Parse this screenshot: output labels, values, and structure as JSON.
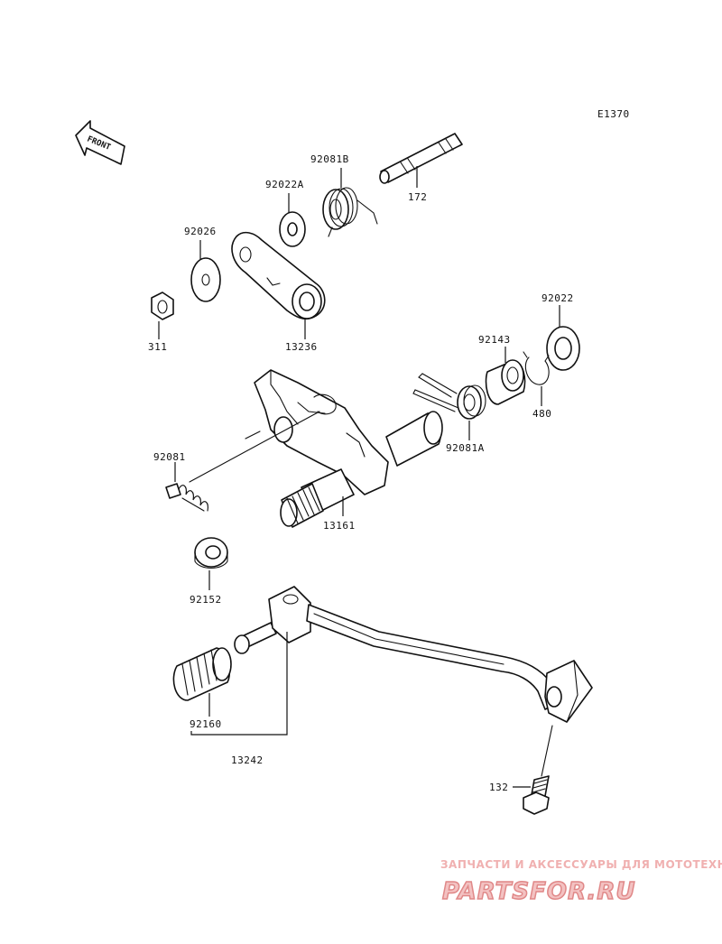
{
  "diagram_code": "E1370",
  "front_label": "FRONT",
  "labels": {
    "p172": "172",
    "p92081B": "92081B",
    "p92022A": "92022A",
    "p92026": "92026",
    "p311": "311",
    "p13236": "13236",
    "p92143": "92143",
    "p92022": "92022",
    "p480": "480",
    "p92081A": "92081A",
    "p92081": "92081",
    "p13161": "13161",
    "p92152": "92152",
    "p92160": "92160",
    "p13242": "13242",
    "p132": "132"
  },
  "watermark": {
    "line1": "ЗАПЧАСТИ И АКСЕССУАРЫ ДЛЯ МОТОТЕХНИКИ",
    "line2": "PARTSFOR.RU"
  }
}
